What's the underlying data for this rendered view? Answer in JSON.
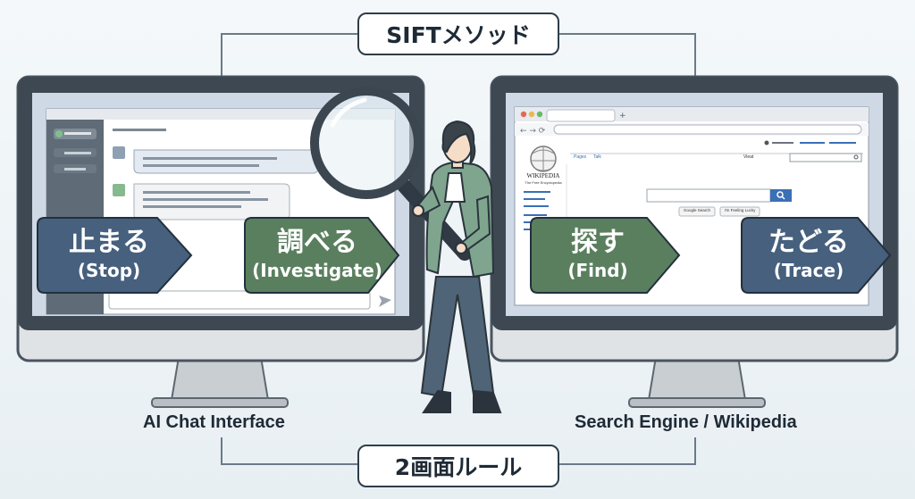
{
  "header": {
    "title": "SIFTメソッド"
  },
  "footer": {
    "title": "2画面ルール"
  },
  "left_screen": {
    "caption": "AI Chat Interface"
  },
  "right_screen": {
    "caption": "Search Engine / Wikipedia",
    "wiki_logo": "WIKIPEDIA",
    "wiki_tagline": "The Free Encyclopedia",
    "tab_page": "Pages",
    "tab_talk": "Talk",
    "tab_view": "Vieat",
    "btn_search": "Google Search",
    "btn_lucky": "I'm Feeling Lucky"
  },
  "steps": [
    {
      "jp": "止まる",
      "en": "(Stop)",
      "color": "#46607e"
    },
    {
      "jp": "調べる",
      "en": "(Investigate)",
      "color": "#5a7f5e"
    },
    {
      "jp": "探す",
      "en": "(Find)",
      "color": "#5a7f5e"
    },
    {
      "jp": "たどる",
      "en": "(Trace)",
      "color": "#46607e"
    }
  ],
  "colors": {
    "monitor": "#4a5560",
    "screen_frame": "#cfd9e6",
    "accent_blue": "#3b6fb6"
  },
  "icons": [
    "magnifying-glass-icon",
    "wikipedia-globe-icon",
    "send-icon",
    "user-icon",
    "search-icon"
  ]
}
